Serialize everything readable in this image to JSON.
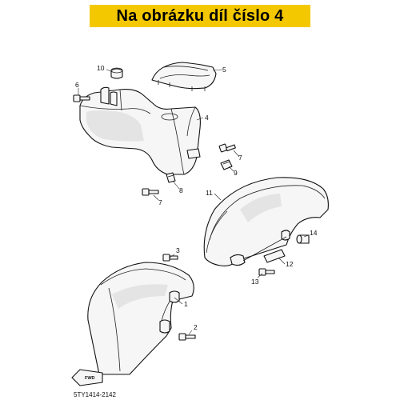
{
  "banner": {
    "text": "Na obrázku díl číslo 4",
    "color": "#f4c800"
  },
  "callouts": [
    "1",
    "2",
    "3",
    "4",
    "5",
    "6",
    "7",
    "7",
    "8",
    "9",
    "10",
    "11",
    "12",
    "13",
    "14"
  ],
  "fwd_label": "FWD",
  "diagram_code": "5TY1414-2142"
}
